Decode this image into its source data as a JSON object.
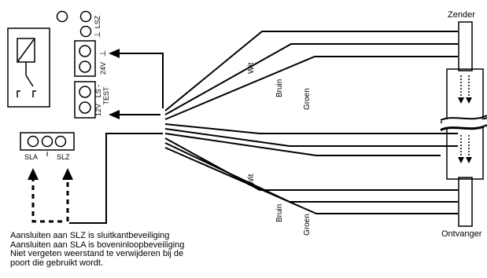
{
  "labels": {
    "zender": "Zender",
    "ontvanger": "Ontvanger",
    "lsz": "LSZ",
    "ground_top": "⊥",
    "v24": "24V",
    "ground_mid": "⊥",
    "v12": "12V",
    "ls_test": "LS -",
    "test": "TEST",
    "sla": "SLA",
    "slz": "SLZ"
  },
  "wires_top": {
    "wit": "Wit",
    "bruin": "Bruin",
    "groen": "Groen"
  },
  "wires_bottom": {
    "wit": "Wit",
    "bruin": "Bruin",
    "groen": "Groen"
  },
  "notes": [
    "Aansluiten aan SLZ is sluitkantbeveiliging",
    "Aansluiten aan SLA is boveninloopbeveiliging",
    "Niet vergeten weerstand te verwijderen bij de",
    "poort die gebruikt wordt."
  ]
}
